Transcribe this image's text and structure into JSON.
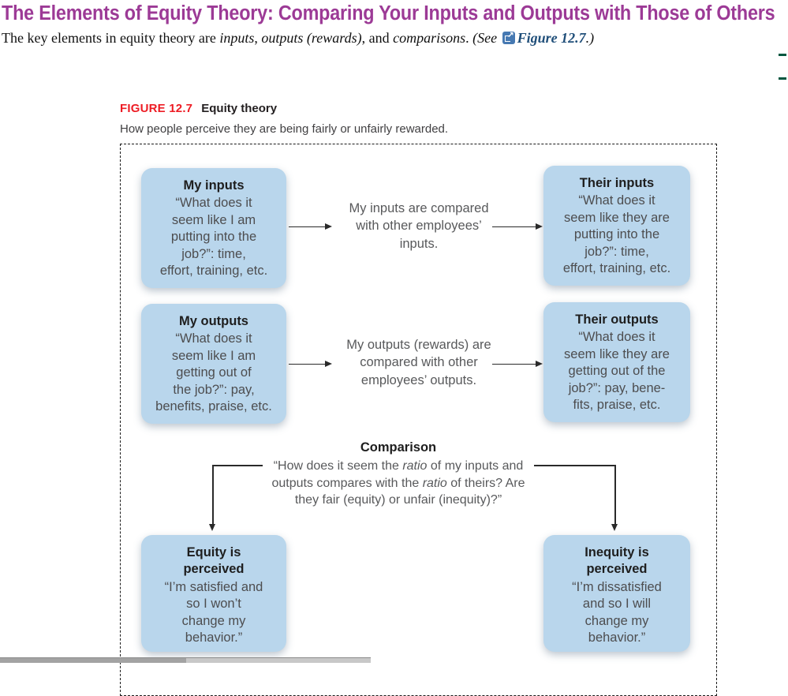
{
  "header": {
    "title": "The Elements of Equity Theory: Comparing Your Inputs and Outputs with Those of Others"
  },
  "intro": {
    "t1": "The key elements in equity theory are ",
    "i1": "inputs",
    "t2": ", ",
    "i2": "outputs (rewards)",
    "t3": ", and ",
    "i3": "comparisons",
    "t4": ". ",
    "see": "(See ",
    "icon": "external-link-icon",
    "figure_link": "Figure 12.7",
    "t5": ".)"
  },
  "figure": {
    "label": "FIGURE 12.7",
    "title": "Equity theory",
    "subtitle": "How people perceive they are being fairly or unfairly rewarded.",
    "colors": {
      "heading": "#9c3a96",
      "figure_label_red": "#ed1c24",
      "box_fill": "#b9d6ec",
      "link_blue": "#1f4e79",
      "edge_dash_green": "#00563f"
    },
    "boxes": {
      "my_inputs": {
        "title": "My inputs",
        "body": "“What does it\nseem like I am\nputting into the\njob?”: time,\neffort, training, etc."
      },
      "their_inputs": {
        "title": "Their inputs",
        "body": "“What does it\nseem like they are\nputting into the\njob?”: time,\neffort, training, etc."
      },
      "my_outputs": {
        "title": "My outputs",
        "body": "“What does it\nseem like I am\ngetting out of\nthe job?”: pay,\nbenefits, praise, etc."
      },
      "their_outputs": {
        "title": "Their outputs",
        "body": "“What does it\nseem like they are\ngetting out of the\njob?”: pay, bene-\nfits, praise, etc."
      },
      "equity": {
        "title": "Equity is\nperceived",
        "body": "“I’m satisfied and\nso I won’t\nchange my\nbehavior.”"
      },
      "inequity": {
        "title": "Inequity is\nperceived",
        "body": "“I’m dissatisfied\nand so I will\nchange my\nbehavior.”"
      }
    },
    "flows": {
      "inputs_compare": "My inputs are compared\nwith other employees’\ninputs.",
      "outputs_compare": "My outputs (rewards) are\ncompared with other\nemployees’ outputs."
    },
    "comparison": {
      "title": "Comparison",
      "l1a": "“How does it seem the ",
      "l1b": "ratio",
      "l1c": " of my inputs and",
      "l2a": "outputs compares with the ",
      "l2b": "ratio",
      "l2c": " of theirs? Are",
      "l3": "they fair (equity) or unfair (inequity)?”"
    }
  }
}
